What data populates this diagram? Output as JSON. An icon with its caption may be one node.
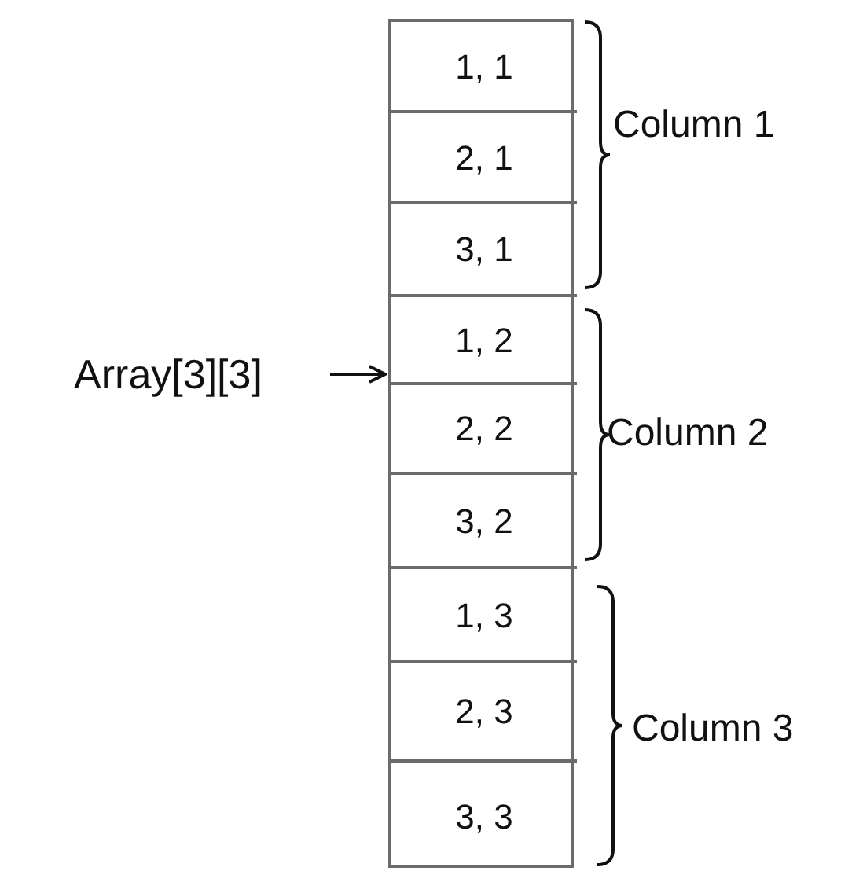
{
  "diagram": {
    "nodes": [
      {
        "text": [
          "Array[3][3]"
        ]
      },
      {
        "text": [],
        "shape": "box"
      },
      {
        "text": [
          "1, 1"
        ],
        "in": 1
      },
      {
        "text": [
          "2, 1"
        ],
        "in": 1
      },
      {
        "text": [
          "3, 1"
        ],
        "in": 1
      },
      {
        "text": [
          "1, 2"
        ],
        "in": 1
      },
      {
        "text": [
          "2, 2"
        ],
        "in": 1
      },
      {
        "text": [
          "3, 2"
        ],
        "in": 1
      },
      {
        "text": [
          "1, 3"
        ],
        "in": 1
      },
      {
        "text": [
          "2, 3"
        ],
        "in": 1
      },
      {
        "text": [
          "3, 3"
        ],
        "in": 1
      }
    ],
    "edges": [
      {
        "from": 0,
        "to": 1,
        "arrow": "to"
      }
    ],
    "labels": [
      "Column 1",
      "Column 2",
      "Column 3"
    ]
  }
}
